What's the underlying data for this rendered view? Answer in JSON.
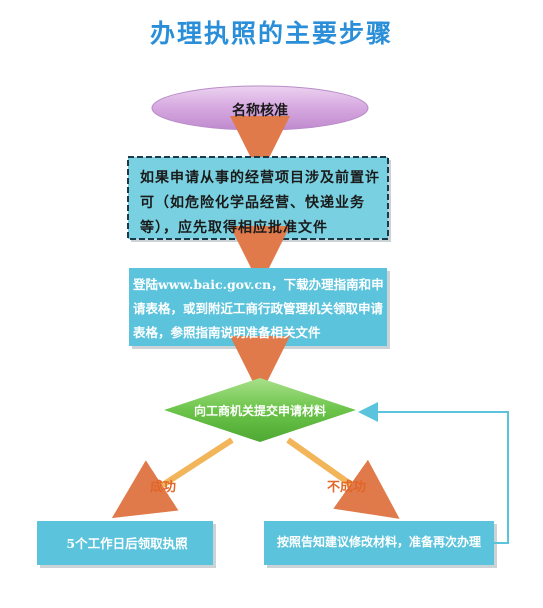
{
  "title": "办理执照的主要步骤",
  "nodes": {
    "name_check": "名称核准",
    "permit": "如果申请从事的经营项目涉及前置许可（如危险化学品经营、快递业务等），应先取得相应批准文件",
    "register_prefix": "登陆",
    "register_link": "www.baic.gov.cn",
    "register_rest": "，下载办理指南和申请表格，或到附近工商行政管理机关领取申请表格，参照指南说明准备相关文件",
    "submit": "向工商机关提交申请材料",
    "collect": "5个工作日后领取执照",
    "rectify": "按照告知建议修改材料，准备再次办理"
  },
  "edges": {
    "success": "成功",
    "fail": "不成功"
  },
  "colors": {
    "title": "#2a8fd8",
    "ellipse": "#d6a8e0",
    "permit_box": "#78d0e0",
    "register_box": "#5bc4dc",
    "diamond": "#7ccf5a",
    "result_box": "#5bc4dc",
    "arrow": "#e07a4a",
    "loop_line": "#5bc4dc",
    "edge_label": "#e0662a"
  }
}
